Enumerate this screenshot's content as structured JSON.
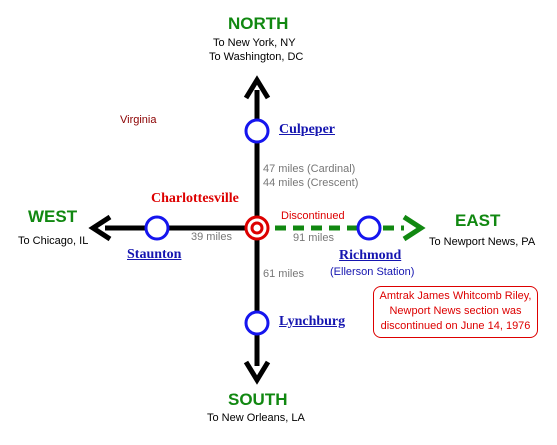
{
  "state": {
    "label": "Virginia",
    "color": "#8b0000"
  },
  "directions": {
    "north": {
      "label": "NORTH",
      "line1": "To New York, NY",
      "line2": "To Washington, DC"
    },
    "south": {
      "label": "SOUTH",
      "line1": "To New Orleans, LA"
    },
    "west": {
      "label": "WEST",
      "line1": "To Chicago, IL"
    },
    "east": {
      "label": "EAST",
      "line1": "To Newport News, PA"
    }
  },
  "hub": {
    "name": "Charlottesville",
    "color": "#dd0000"
  },
  "stations": {
    "culpeper": {
      "name": "Culpeper"
    },
    "staunton": {
      "name": "Staunton"
    },
    "lynchburg": {
      "name": "Lynchburg"
    },
    "richmond": {
      "name": "Richmond",
      "sub": "(Ellerson Station)"
    }
  },
  "distances": {
    "north_cardinal": "47 miles (Cardinal)",
    "north_crescent": "44 miles (Crescent)",
    "west": "39 miles",
    "east": "91 miles",
    "south": "61 miles"
  },
  "east_status": "Discontinued",
  "note": {
    "line1": "Amtrak James Whitcomb Riley,",
    "line2": "Newport News section was",
    "line3": "discontinued on June 14, 1976"
  },
  "colors": {
    "active_line": "#000000",
    "discontinued_line": "#118811",
    "station_ring": "#1515ee",
    "hub_ring": "#dd0000",
    "direction_label": "#118811",
    "station_label": "#1515b0"
  }
}
